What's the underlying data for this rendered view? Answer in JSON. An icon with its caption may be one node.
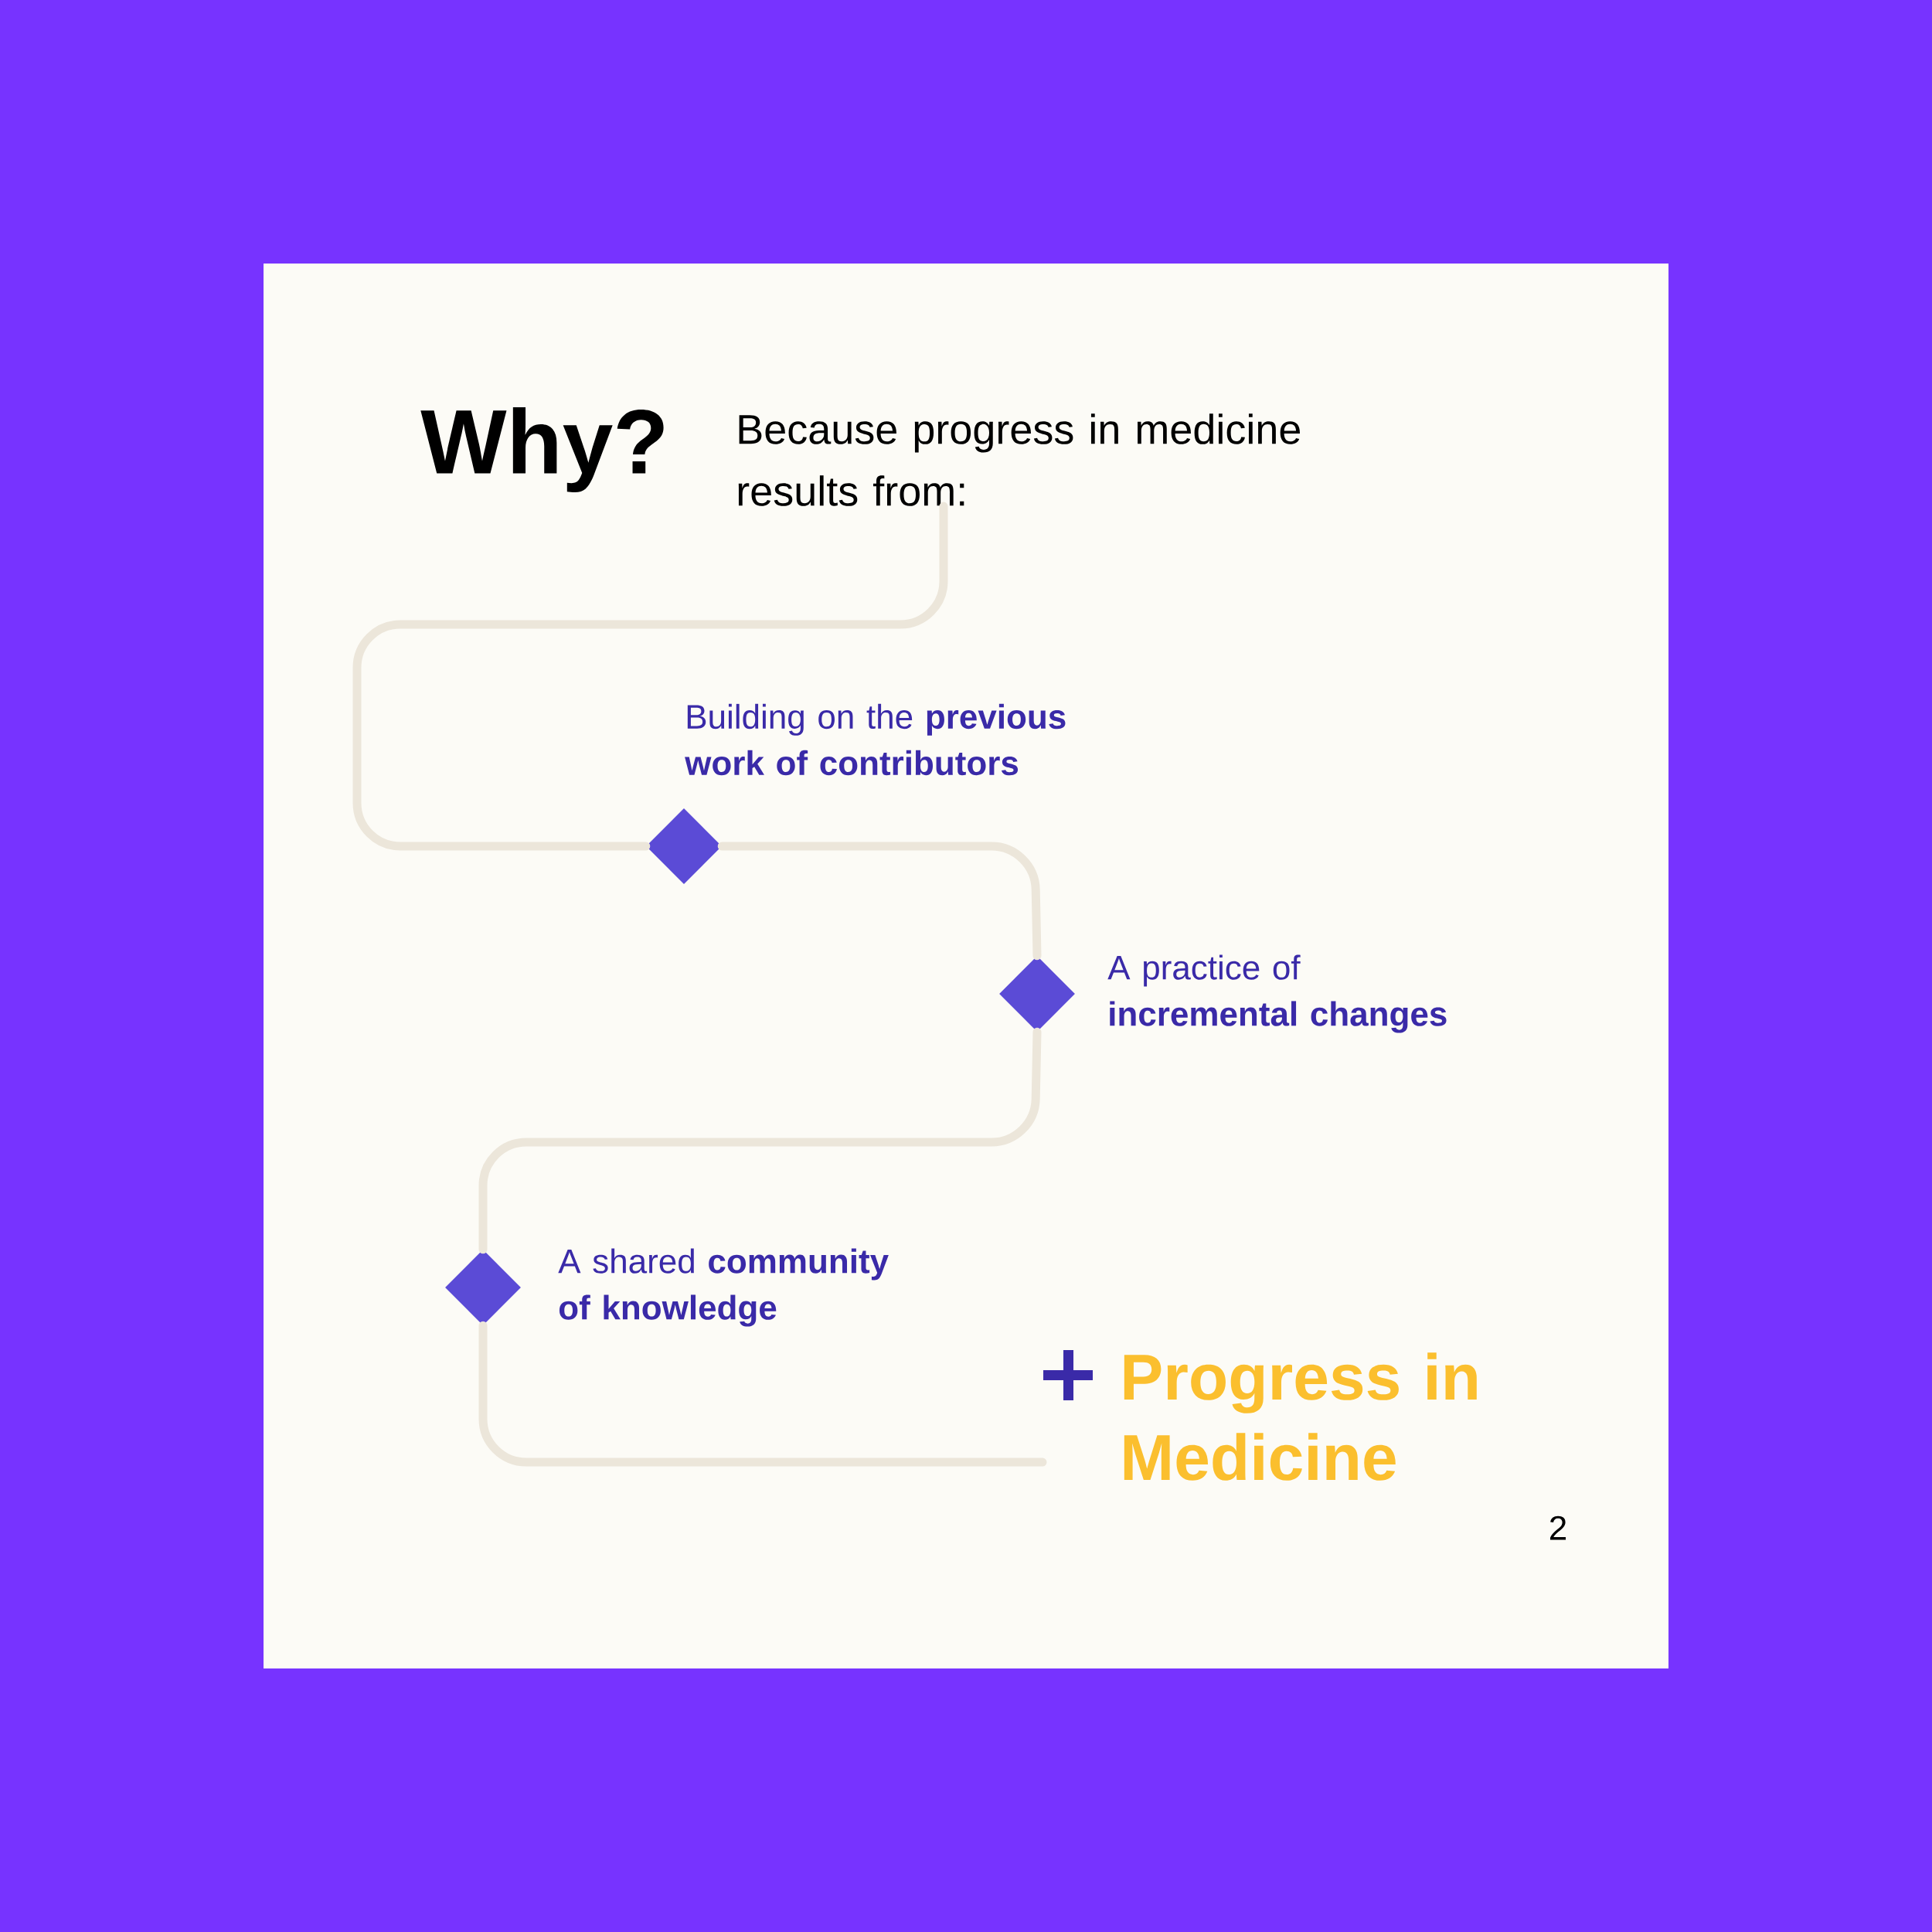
{
  "diagram": {
    "title": "Why?",
    "nodes": [
      {
        "text": [
          "Because progress in medicine results from:"
        ]
      },
      {
        "text": [],
        "shape": "diamond",
        "beside": [
          "Building on the **previous work of contributors**"
        ]
      },
      {
        "text": [],
        "shape": "diamond",
        "beside": [
          "A practice of **incremental changes**"
        ]
      },
      {
        "text": [],
        "shape": "diamond",
        "beside": [
          "A shared **community of knowledge**"
        ]
      },
      {
        "text": [
          "Progress in Medicine"
        ]
      }
    ],
    "edges": [
      {
        "from": 0,
        "to": 1,
        "arrow": "none"
      },
      {
        "from": 1,
        "to": 2,
        "arrow": "none"
      },
      {
        "from": 2,
        "to": 3,
        "arrow": "none"
      },
      {
        "from": 3,
        "to": 4,
        "arrow": "none"
      }
    ],
    "labels": [
      "2"
    ]
  }
}
